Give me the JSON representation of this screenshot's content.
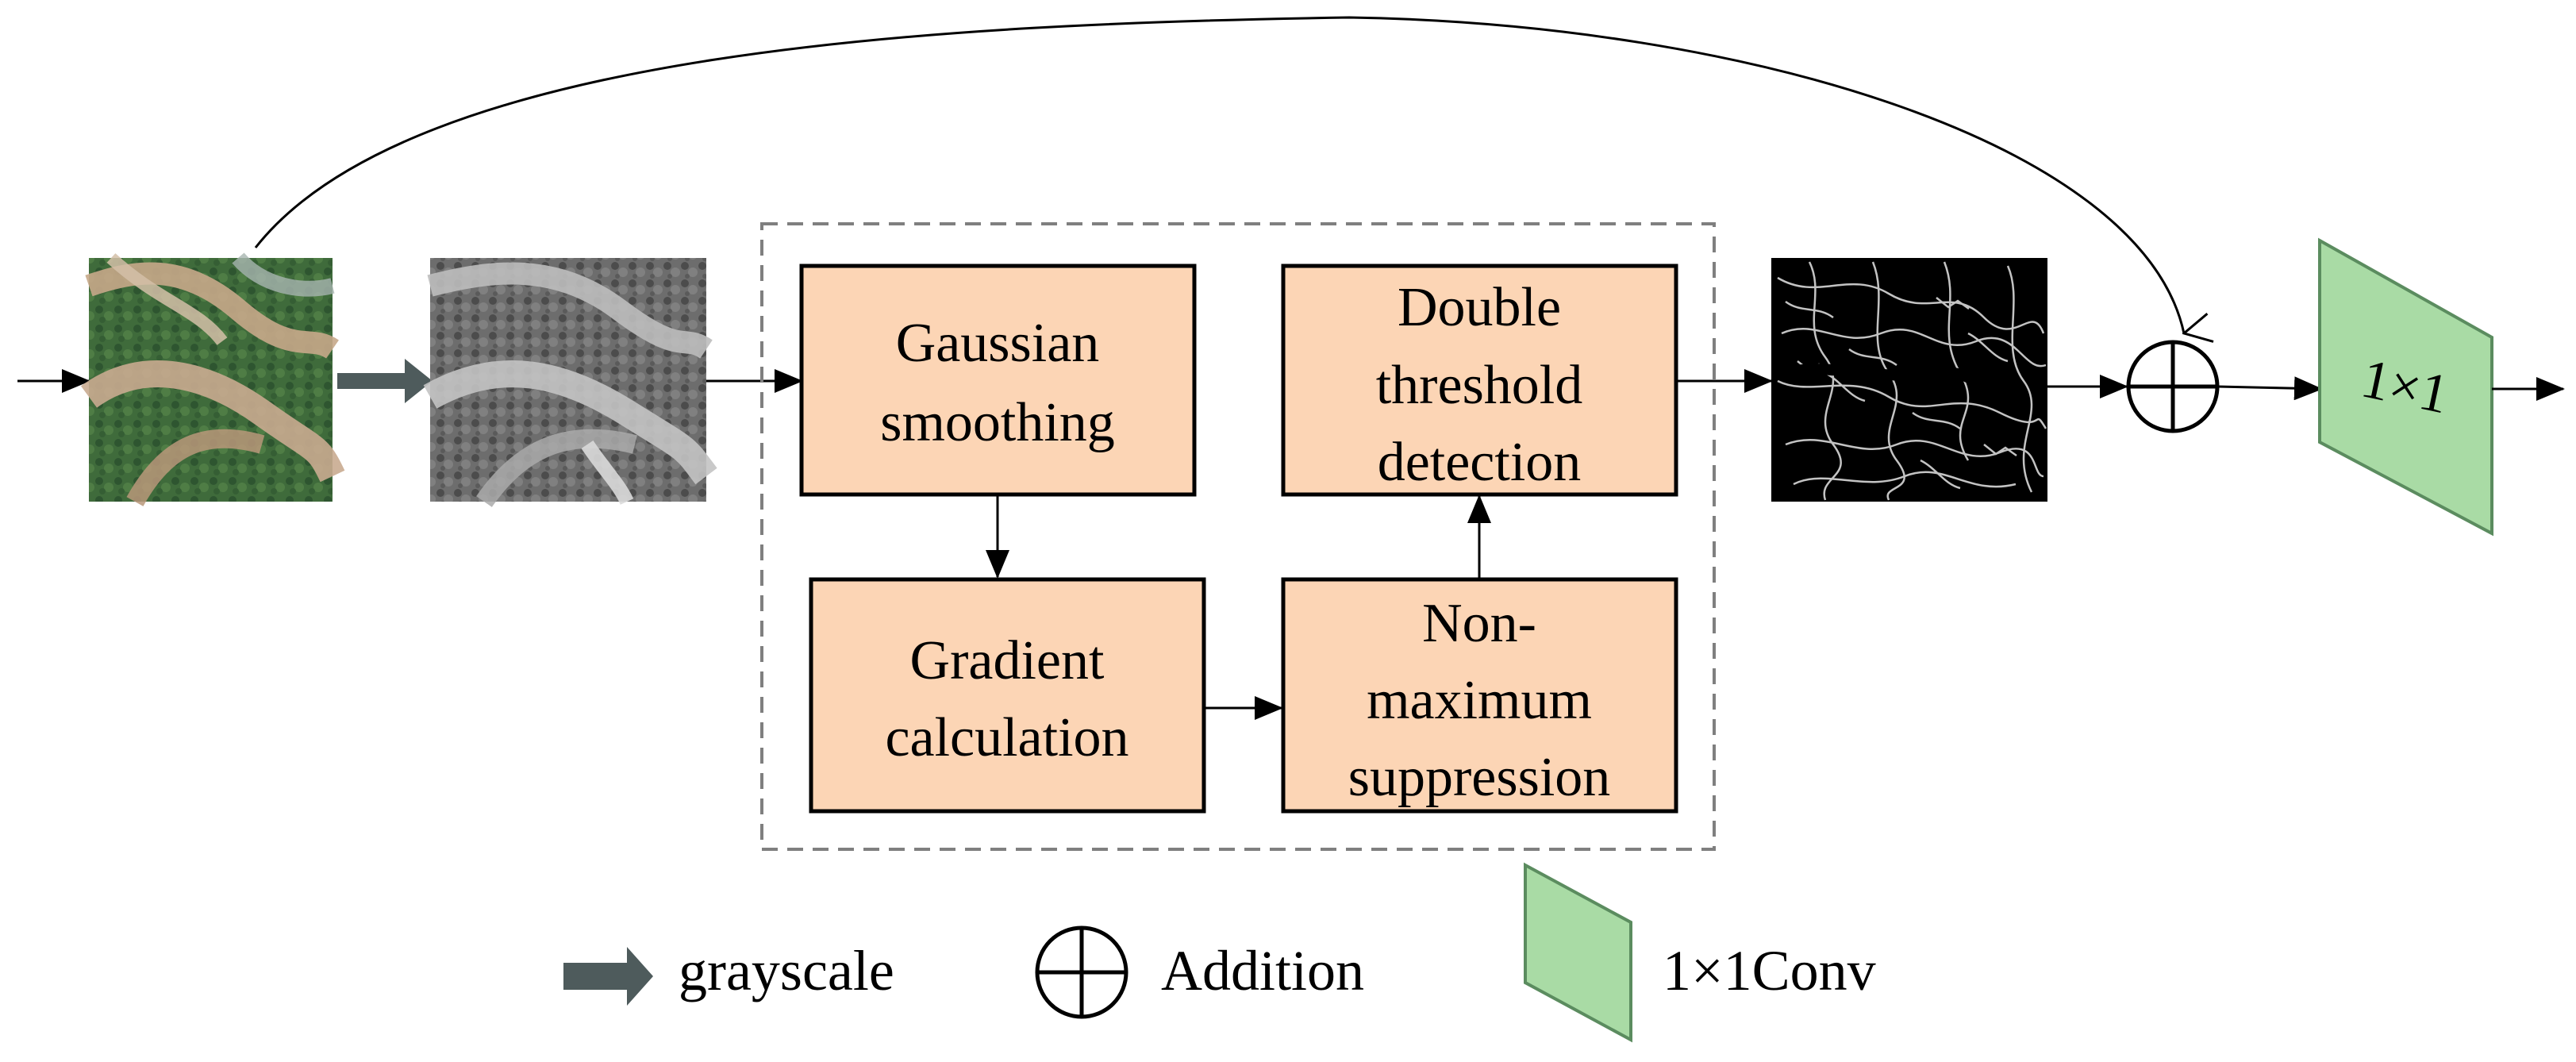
{
  "steps": {
    "gaussian": [
      "Gaussian",
      "smoothing"
    ],
    "gradient": [
      "Gradient",
      "calculation"
    ],
    "nms": [
      "Non-",
      "maximum",
      "suppression"
    ],
    "double": [
      "Double",
      "threshold",
      "detection"
    ]
  },
  "conv_label": "1×1",
  "legend": {
    "grayscale": "grayscale",
    "addition": "Addition",
    "conv": "1×1Conv"
  },
  "colors": {
    "step_box_fill": "#fcd5b5",
    "conv_fill": "#a9dba5",
    "grayscale_arrow": "#4e5b5c",
    "dashed_border": "#7f7f7f"
  }
}
